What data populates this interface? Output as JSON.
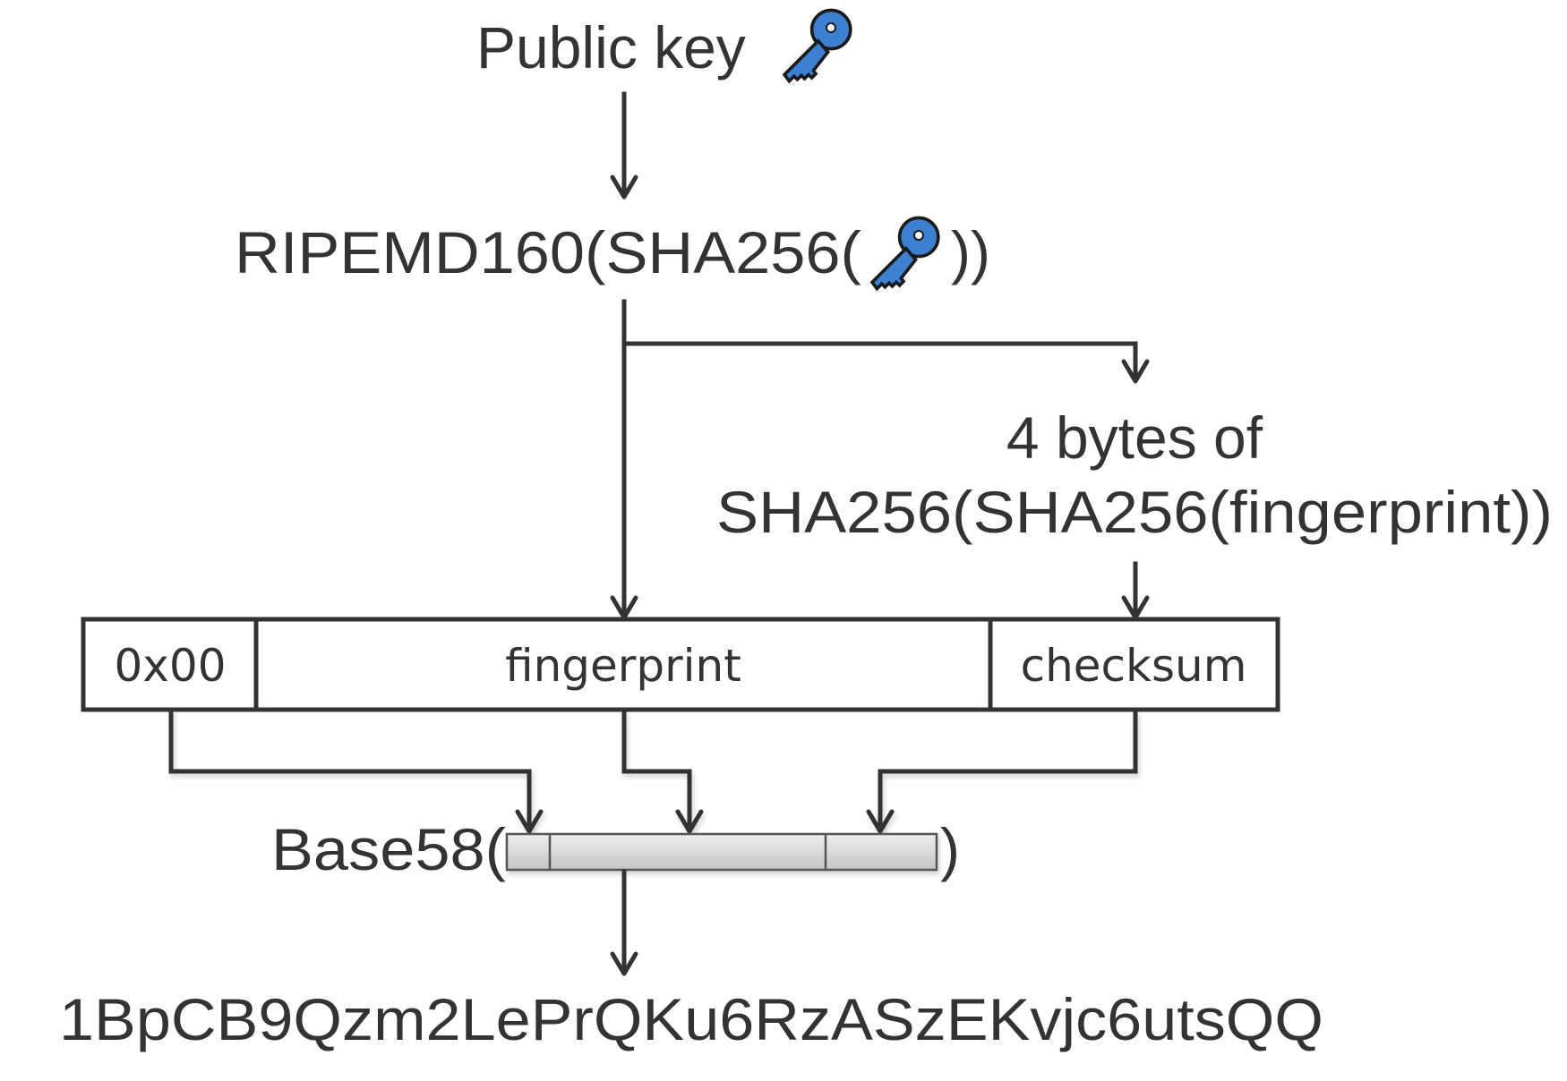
{
  "diagram": {
    "title_node": {
      "label": "Public key",
      "icon": "key-icon"
    },
    "hash_node": {
      "prefix": "RIPEMD160(SHA256(",
      "icon": "key-icon",
      "suffix": "))"
    },
    "checksum_node": {
      "line1": "4 bytes of",
      "line2": "SHA256(SHA256(fingerprint))"
    },
    "payload_fields": [
      {
        "label": "0x00"
      },
      {
        "label": "fingerprint"
      },
      {
        "label": "checksum"
      }
    ],
    "encode_node": {
      "prefix": "Base58(",
      "suffix": ")"
    },
    "result": {
      "address": "1BpCB9Qzm2LePrQKu6RzASzEKvjc6utsQQ"
    },
    "colors": {
      "text": "#333333",
      "key_fill": "#3d7fd0",
      "key_outline": "#1a1a1a",
      "bar_top": "#eeeeee",
      "bar_bottom": "#c4c4c4"
    }
  }
}
